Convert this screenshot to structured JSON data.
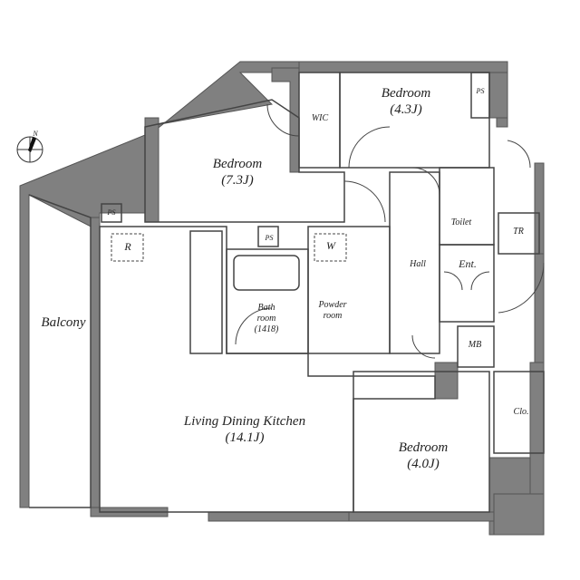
{
  "floor_plan": {
    "compass": {
      "label": "N"
    },
    "rooms": [
      {
        "id": "balcony",
        "name": "Balcony",
        "area": ""
      },
      {
        "id": "bedroom_main",
        "name": "Bedroom",
        "area": "(7.3J)"
      },
      {
        "id": "bedroom_north",
        "name": "Bedroom",
        "area": "(4.3J)"
      },
      {
        "id": "wic",
        "name": "WIC",
        "area": ""
      },
      {
        "id": "ps_north",
        "name": "PS",
        "area": ""
      },
      {
        "id": "ps_west",
        "name": "PS",
        "area": ""
      },
      {
        "id": "ps_bath",
        "name": "PS",
        "area": ""
      },
      {
        "id": "refrigerator",
        "name": "R",
        "area": ""
      },
      {
        "id": "washer",
        "name": "W",
        "area": ""
      },
      {
        "id": "bath",
        "name": "Bath",
        "name2": "room",
        "area": "(1418)"
      },
      {
        "id": "powder",
        "name": "Powder",
        "name2": "room",
        "area": ""
      },
      {
        "id": "toilet",
        "name": "Toilet",
        "area": ""
      },
      {
        "id": "tr",
        "name": "TR",
        "area": ""
      },
      {
        "id": "hall",
        "name": "Hall",
        "area": ""
      },
      {
        "id": "ent",
        "name": "Ent.",
        "area": ""
      },
      {
        "id": "mb",
        "name": "MB",
        "area": ""
      },
      {
        "id": "ldk",
        "name": "Living Dining Kitchen",
        "area": "(14.1J)"
      },
      {
        "id": "bedroom_south",
        "name": "Bedroom",
        "area": "(4.0J)"
      },
      {
        "id": "closet",
        "name": "Clo.",
        "area": ""
      }
    ],
    "colors": {
      "wall": "#808080",
      "wall_stroke": "#555555",
      "line": "#444444"
    }
  }
}
